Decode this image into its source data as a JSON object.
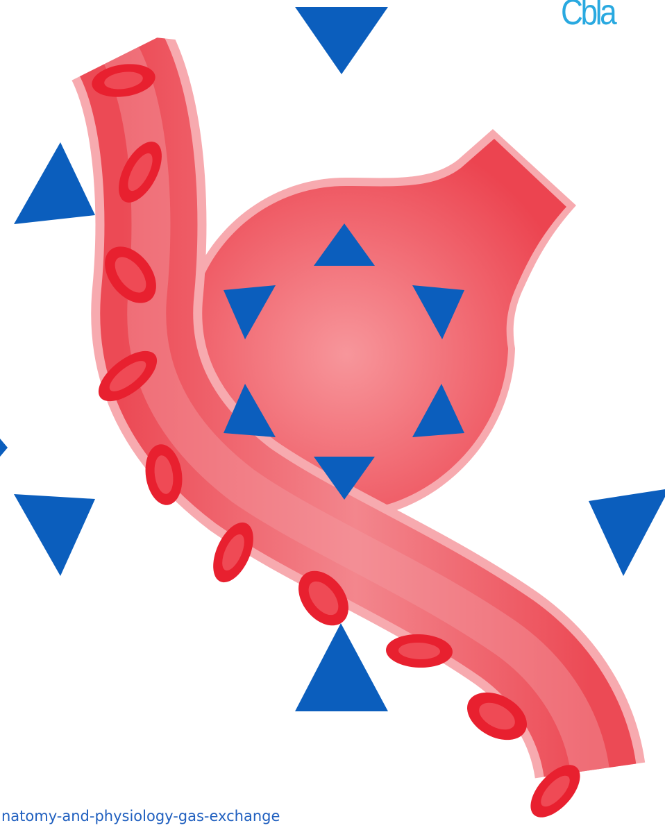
{
  "caption": "natomy-and-physiology-gas-exchange",
  "logo_text": "Cbla",
  "colors": {
    "marker_blue": "#0b5ebd",
    "vessel_red": "#ee3e4b",
    "vessel_wall": "#f7aaaf",
    "rbc_red": "#e8202f",
    "caption_blue": "#1f5fbf",
    "logo_cyan": "#29a9e0"
  },
  "icons": {
    "marker": "triangle",
    "cells": "red-blood-cell"
  }
}
